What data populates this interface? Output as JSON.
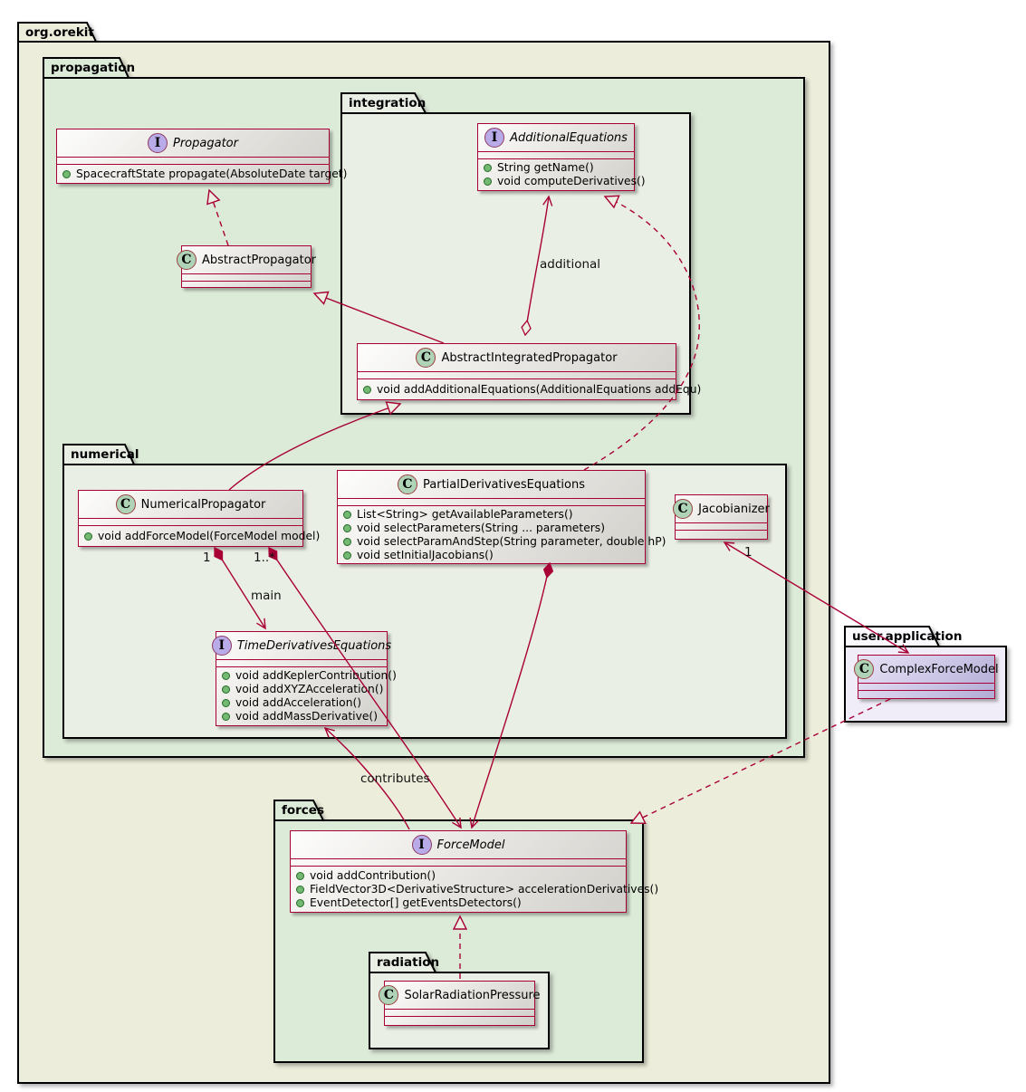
{
  "packages": {
    "org_orekit": {
      "label": "org.orekit"
    },
    "propagation": {
      "label": "propagation"
    },
    "integration": {
      "label": "integration"
    },
    "numerical": {
      "label": "numerical"
    },
    "forces": {
      "label": "forces"
    },
    "radiation": {
      "label": "radiation"
    },
    "user_application": {
      "label": "user.application"
    }
  },
  "classes": {
    "propagator": {
      "stereotype": "I",
      "kind": "interface",
      "name": "Propagator",
      "methods": [
        "SpacecraftState propagate(AbsoluteDate target)"
      ]
    },
    "abstract_propagator": {
      "stereotype": "C",
      "kind": "class",
      "name": "AbstractPropagator",
      "methods": []
    },
    "additional_equations": {
      "stereotype": "I",
      "kind": "interface",
      "name": "AdditionalEquations",
      "methods": [
        "String getName()",
        "void computeDerivatives()"
      ]
    },
    "abstract_integrated_propagator": {
      "stereotype": "C",
      "kind": "class",
      "name": "AbstractIntegratedPropagator",
      "methods": [
        "void addAdditionalEquations(AdditionalEquations addEqu)"
      ]
    },
    "numerical_propagator": {
      "stereotype": "C",
      "kind": "class",
      "name": "NumericalPropagator",
      "methods": [
        "void addForceModel(ForceModel model)"
      ]
    },
    "partial_derivatives_equations": {
      "stereotype": "C",
      "kind": "class",
      "name": "PartialDerivativesEquations",
      "methods": [
        "List<String> getAvailableParameters()",
        "void selectParameters(String ... parameters)",
        "void selectParamAndStep(String parameter, double hP)",
        "void setInitialJacobians()"
      ]
    },
    "jacobianizer": {
      "stereotype": "C",
      "kind": "class",
      "name": "Jacobianizer",
      "methods": []
    },
    "time_derivatives_equations": {
      "stereotype": "I",
      "kind": "interface",
      "name": "TimeDerivativesEquations",
      "methods": [
        "void addKeplerContribution()",
        "void addXYZAcceleration()",
        "void addAcceleration()",
        "void addMassDerivative()"
      ]
    },
    "force_model": {
      "stereotype": "I",
      "kind": "interface",
      "name": "ForceModel",
      "methods": [
        "void addContribution()",
        "FieldVector3D<DerivativeStructure> accelerationDerivatives()",
        "EventDetector[] getEventsDetectors()"
      ]
    },
    "solar_radiation_pressure": {
      "stereotype": "C",
      "kind": "class",
      "name": "SolarRadiationPressure",
      "methods": []
    },
    "complex_force_model": {
      "stereotype": "C",
      "kind": "class",
      "name": "ComplexForceModel",
      "methods": []
    }
  },
  "edge_labels": {
    "additional": "additional",
    "main": "main",
    "contributes": "contributes",
    "mult_main": "1",
    "mult_forces": "1..*",
    "mult_jacobianizer": "1"
  },
  "edges": [
    {
      "from": "AbstractPropagator",
      "to": "Propagator",
      "type": "realization-dashed-hollow-triangle"
    },
    {
      "from": "AbstractIntegratedPropagator",
      "to": "AbstractPropagator",
      "type": "generalization-hollow-triangle"
    },
    {
      "from": "AbstractIntegratedPropagator",
      "to": "AdditionalEquations",
      "type": "aggregation-open-diamond-arrow",
      "label": "additional"
    },
    {
      "from": "PartialDerivativesEquations",
      "to": "AdditionalEquations",
      "type": "realization-dashed-hollow-triangle"
    },
    {
      "from": "NumericalPropagator",
      "to": "AbstractIntegratedPropagator",
      "type": "generalization-hollow-triangle"
    },
    {
      "from": "NumericalPropagator",
      "to": "TimeDerivativesEquations",
      "type": "composition-filled-diamond-arrow",
      "label": "main",
      "multiplicity": "1"
    },
    {
      "from": "NumericalPropagator",
      "to": "ForceModel",
      "type": "composition-filled-diamond-arrow",
      "multiplicity": "1..*"
    },
    {
      "from": "PartialDerivativesEquations",
      "to": "ForceModel",
      "type": "composition-filled-diamond-arrow"
    },
    {
      "from": "ForceModel",
      "to": "TimeDerivativesEquations",
      "type": "association-arrow",
      "label": "contributes"
    },
    {
      "from": "Jacobianizer",
      "to": "ComplexForceModel",
      "type": "association-arrow-both-ends",
      "multiplicity": "1"
    },
    {
      "from": "ComplexForceModel",
      "to": "ForceModel",
      "type": "realization-dashed-hollow-triangle"
    },
    {
      "from": "SolarRadiationPressure",
      "to": "ForceModel",
      "type": "realization-dashed-hollow-triangle"
    }
  ],
  "colors": {
    "edge_and_box_border": "#A80036",
    "package_border": "#000000",
    "org_orekit_fill": "#EDEDDB",
    "green_package_fill": "#DCEAD8",
    "pale_package_fill": "#EAEFE5",
    "user_application_fill": "#F1EDF8",
    "interface_circle": "#B9ABE8",
    "class_circle": "#AFD3B6",
    "visibility_dot": "#73B873",
    "complex_force_model_fill": "#C9C3E4"
  }
}
